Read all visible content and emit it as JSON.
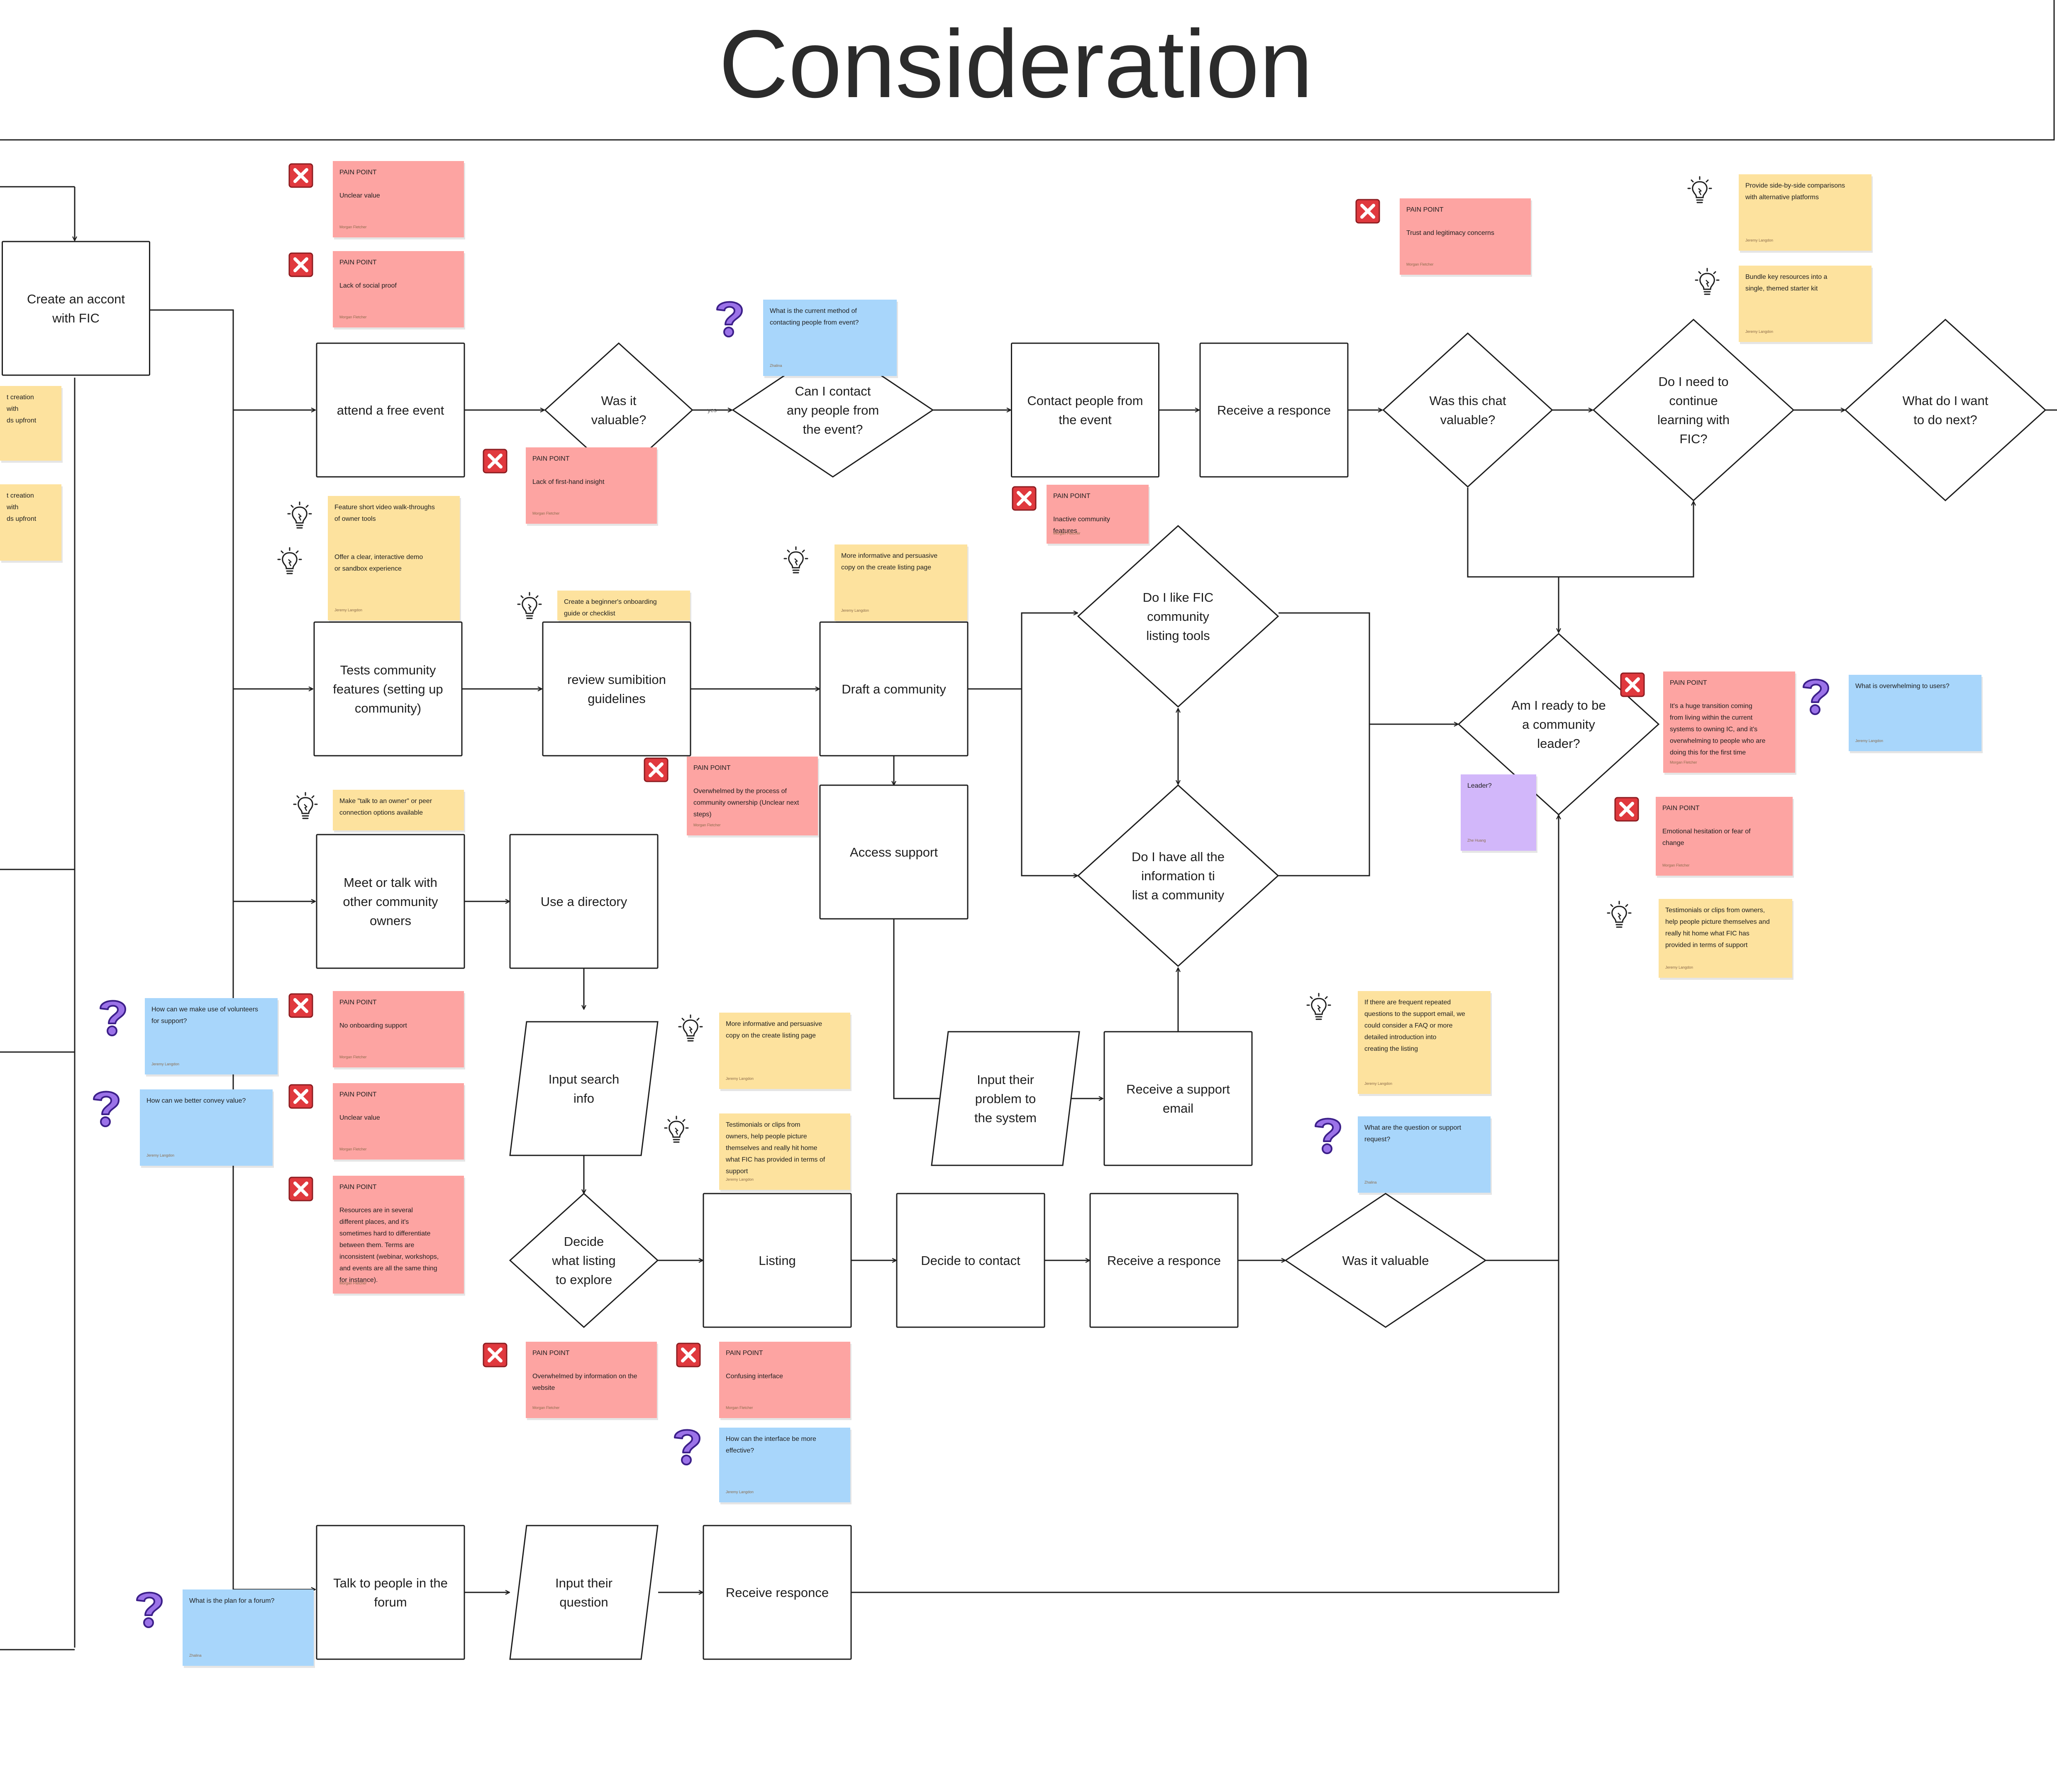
{
  "title": "Consideration",
  "nodes": [
    {
      "id": "create",
      "label": "Create an accont\nwith FIC"
    },
    {
      "id": "attend",
      "label": "attend a free event"
    },
    {
      "id": "valuable1",
      "label": "Was it\nvaluable?"
    },
    {
      "id": "contact_q",
      "label": "Can I contact\nany people from\nthe event?"
    },
    {
      "id": "contact",
      "label": "Contact people from\nthe event"
    },
    {
      "id": "receive1",
      "label": "Receive a responce"
    },
    {
      "id": "chat_q",
      "label": "Was this chat\nvaluable?"
    },
    {
      "id": "continue_q",
      "label": "Do I need to\ncontinue\nlearning with\nFIC?"
    },
    {
      "id": "next_q",
      "label": "What do I want\nto do next?"
    },
    {
      "id": "tests",
      "label": "Tests community\nfeatures (setting up\ncommunity)"
    },
    {
      "id": "review",
      "label": "review sumibition\nguidelines"
    },
    {
      "id": "draft",
      "label": "Draft a community"
    },
    {
      "id": "like_q",
      "label": "Do I like FIC\ncommunity\nlisting tools"
    },
    {
      "id": "info_q",
      "label": "Do I have all the\ninformation ti\nlist a community"
    },
    {
      "id": "ready_q",
      "label": "Am I ready to be\na community\nleader?"
    },
    {
      "id": "access",
      "label": "Access support"
    },
    {
      "id": "meet",
      "label": "Meet or talk with\nother community\nowners"
    },
    {
      "id": "directory",
      "label": "Use a directory"
    },
    {
      "id": "search",
      "label": "Input search\ninfo"
    },
    {
      "id": "problem",
      "label": "Input their\nproblem to\nthe system"
    },
    {
      "id": "support_email",
      "label": "Receive a support\nemail"
    },
    {
      "id": "decide_q",
      "label": "Decide\nwhat listing\nto explore"
    },
    {
      "id": "listing",
      "label": "Listing"
    },
    {
      "id": "decide_contact",
      "label": "Decide to contact"
    },
    {
      "id": "receive2",
      "label": "Receive a responce"
    },
    {
      "id": "valuable2",
      "label": "Was it valuable"
    },
    {
      "id": "forum",
      "label": "Talk to people in the\nforum"
    },
    {
      "id": "question",
      "label": "Input their\nquestion"
    },
    {
      "id": "receive3",
      "label": "Receive responce"
    }
  ],
  "edge_labels": [
    "yes"
  ],
  "stickies": [
    {
      "id": "p_unclear1",
      "kind": "pain",
      "head": "PAIN POINT",
      "body": "Unclear value",
      "author": "Morgan Fletcher"
    },
    {
      "id": "p_social",
      "kind": "pain",
      "head": "PAIN POINT",
      "body": "Lack of social proof",
      "author": "Morgan Fletcher"
    },
    {
      "id": "p_firsthand",
      "kind": "pain",
      "head": "PAIN POINT",
      "body": "Lack of first-hand insight",
      "author": "Morgan Fletcher"
    },
    {
      "id": "p_inactive",
      "kind": "pain",
      "head": "PAIN POINT",
      "body": "Inactive community features",
      "author": "Morgan Fletcher"
    },
    {
      "id": "p_trust",
      "kind": "pain",
      "head": "PAIN POINT",
      "body": "Trust and legitimacy concerns",
      "author": "Morgan Fletcher"
    },
    {
      "id": "p_overwhelm_own",
      "kind": "pain",
      "head": "PAIN POINT",
      "body": "Overwhelmed by the process of community ownership (Unclear next steps)",
      "author": "Morgan Fletcher"
    },
    {
      "id": "p_transition",
      "kind": "pain",
      "head": "PAIN POINT",
      "body": "It's a huge transition coming from living within the current systems to owning IC, and it's overwhelming to people who are doing this for the first time",
      "author": "Morgan Fletcher"
    },
    {
      "id": "p_emotional",
      "kind": "pain",
      "head": "PAIN POINT",
      "body": "Emotional hesitation or fear of change",
      "author": "Morgan Fletcher"
    },
    {
      "id": "p_onboarding",
      "kind": "pain",
      "head": "PAIN POINT",
      "body": "No onboarding support",
      "author": "Morgan Fletcher"
    },
    {
      "id": "p_unclear2",
      "kind": "pain",
      "head": "PAIN POINT",
      "body": "Unclear value",
      "author": "Morgan Fletcher"
    },
    {
      "id": "p_resources",
      "kind": "pain",
      "head": "PAIN POINT",
      "body": "Resources are in several different places, and it's sometimes hard to differentiate between them. Terms are inconsistent (webinar, workshops, and events are all the same thing for instance).",
      "author": "Morgan Fletcher"
    },
    {
      "id": "p_website",
      "kind": "pain",
      "head": "PAIN POINT",
      "body": "Overwhelmed by information on the website",
      "author": "Morgan Fletcher"
    },
    {
      "id": "p_interface",
      "kind": "pain",
      "head": "PAIN POINT",
      "body": "Confusing interface",
      "author": "Morgan Fletcher"
    },
    {
      "id": "i_video",
      "kind": "idea",
      "head": "",
      "body": "Feature short video walk-throughs of owner tools",
      "author": ""
    },
    {
      "id": "i_demo",
      "kind": "idea",
      "head": "",
      "body": "Offer a clear, interactive demo or sandbox experience",
      "author": "Jeremy Langdon"
    },
    {
      "id": "i_checklist",
      "kind": "idea",
      "head": "",
      "body": "Create a beginner's onboarding guide or checklist",
      "author": ""
    },
    {
      "id": "i_copy1",
      "kind": "idea",
      "head": "",
      "body": "More informative and persuasive copy on the create listing page",
      "author": "Jeremy Langdon"
    },
    {
      "id": "i_compare",
      "kind": "idea",
      "head": "",
      "body": "Provide side-by-side comparisons with alternative platforms",
      "author": "Jeremy Langdon"
    },
    {
      "id": "i_bundle",
      "kind": "idea",
      "head": "",
      "body": "Bundle key resources into a single, themed starter kit",
      "author": "Jeremy Langdon"
    },
    {
      "id": "i_talk_owner",
      "kind": "idea",
      "head": "",
      "body": "Make \"talk to an owner\" or peer connection options available",
      "author": ""
    },
    {
      "id": "i_copy2",
      "kind": "idea",
      "head": "",
      "body": "More informative and persuasive copy on the create listing page",
      "author": "Jeremy Langdon"
    },
    {
      "id": "i_testimonials1",
      "kind": "idea",
      "head": "",
      "body": "Testimonials or clips from owners, help people picture themselves and really hit home what FIC has provided in terms of support",
      "author": "Jeremy Langdon"
    },
    {
      "id": "i_testimonials2",
      "kind": "idea",
      "head": "",
      "body": "Testimonials or clips from owners, help people picture themselves and really hit home what FIC has provided in terms of support",
      "author": "Jeremy Langdon"
    },
    {
      "id": "i_faq",
      "kind": "idea",
      "head": "",
      "body": "If there are frequent repeated questions to the support email, we could consider a FAQ or more detailed introduction into creating the listing",
      "author": "Jeremy Langdon"
    },
    {
      "id": "i_left1",
      "kind": "idea",
      "head": "",
      "body": "t creation with\nds upfront",
      "author": ""
    },
    {
      "id": "i_left2",
      "kind": "idea",
      "head": "",
      "body": "t creation with\nds upfront",
      "author": ""
    },
    {
      "id": "q_contact_method",
      "kind": "question",
      "head": "",
      "body": "What is the current method of contacting people from event?",
      "author": "Zhalina"
    },
    {
      "id": "q_overwhelming",
      "kind": "question",
      "head": "",
      "body": "What is overwhelming to users?",
      "author": "Jeremy Langdon"
    },
    {
      "id": "q_volunteers",
      "kind": "question",
      "head": "",
      "body": "How can we make use of volunteers for support?",
      "author": "Jeremy Langdon"
    },
    {
      "id": "q_convey",
      "kind": "question",
      "head": "",
      "body": "How can we better convey value?",
      "author": "Jeremy Langdon"
    },
    {
      "id": "q_interface",
      "kind": "question",
      "head": "",
      "body": "How can the interface be more effective?",
      "author": "Jeremy Langdon"
    },
    {
      "id": "q_support_request",
      "kind": "question",
      "head": "",
      "body": "What are the question or support request?",
      "author": "Zhalina"
    },
    {
      "id": "q_forum",
      "kind": "question",
      "head": "",
      "body": "What is the plan for a forum?",
      "author": "Zhalina"
    },
    {
      "id": "u_leader",
      "kind": "purple",
      "head": "",
      "body": "Leader?",
      "author": "Zhe Huang"
    }
  ],
  "colors": {
    "pain": "#fda4a2",
    "idea": "#fde29e",
    "question": "#a8d6fb",
    "purple": "#d2b7fa",
    "stroke": "#1e1e1e",
    "cross": "#e0393e"
  }
}
